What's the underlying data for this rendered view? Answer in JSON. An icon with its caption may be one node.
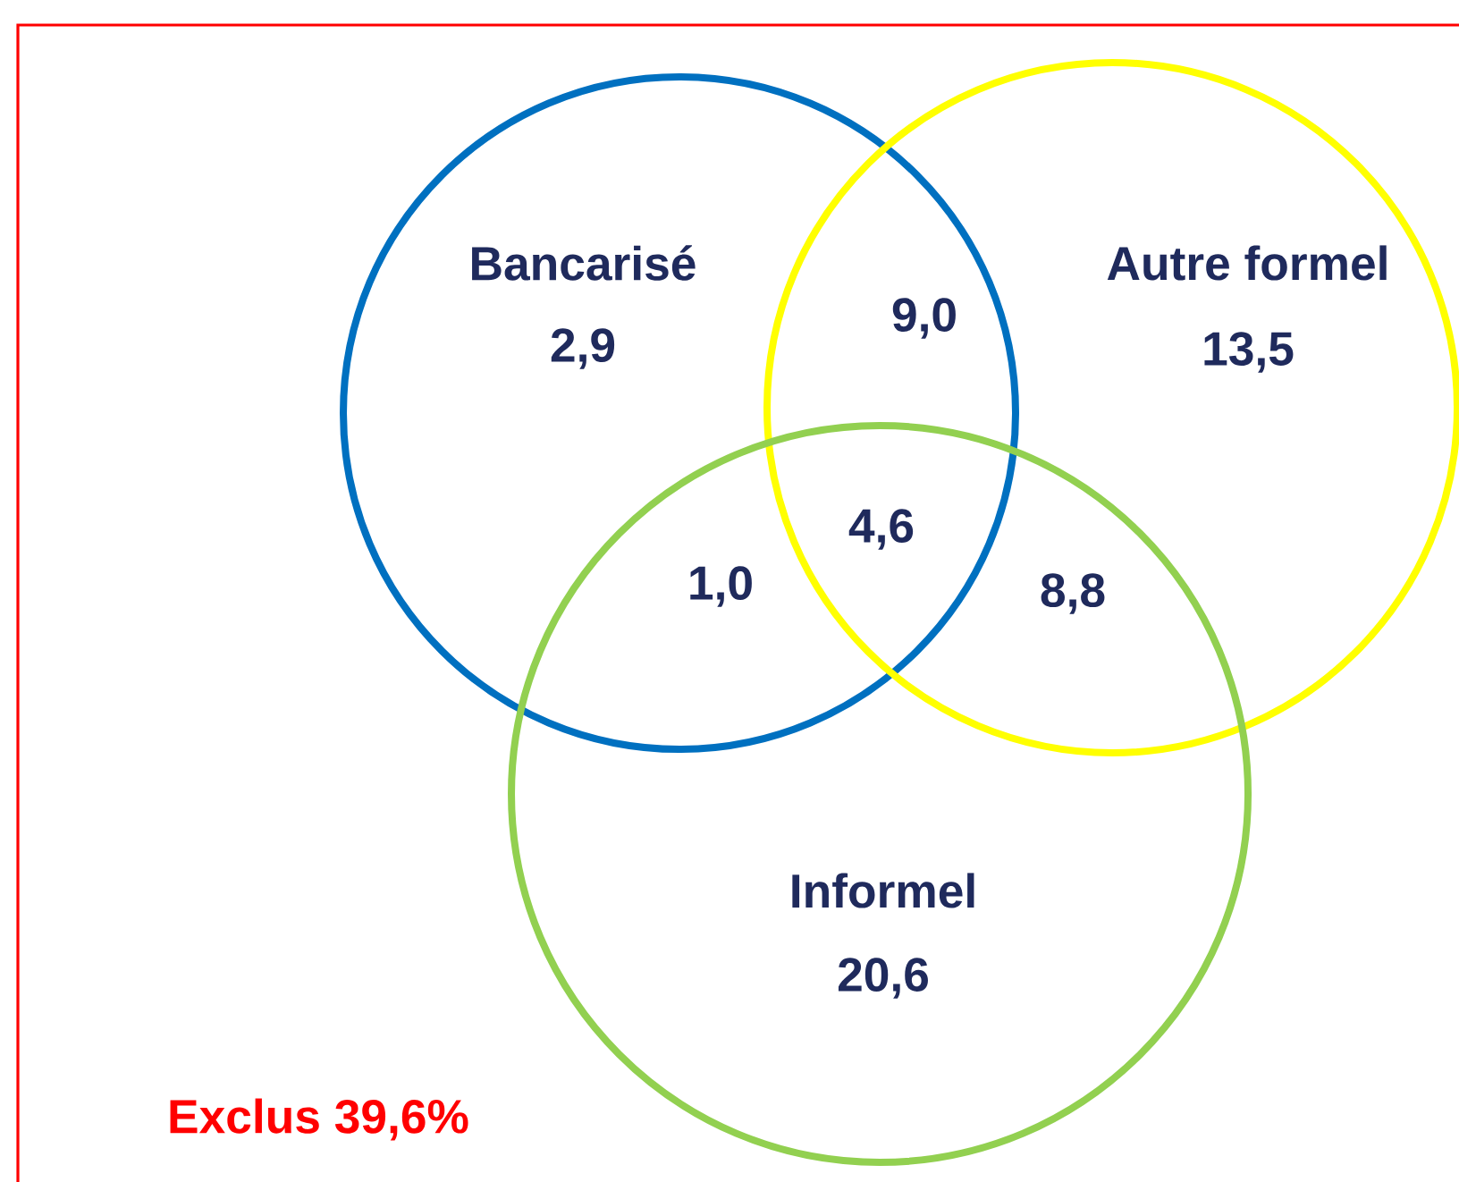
{
  "diagram": {
    "nodes": [
      {
        "text": [
          "Bancarisé",
          "2,9"
        ]
      },
      {
        "text": [
          "Autre formel",
          "13,5"
        ]
      },
      {
        "text": [
          "Informel",
          "20,6"
        ]
      }
    ],
    "labels": [
      "9,0",
      "4,6",
      "1,0",
      "8,8",
      "Exclus 39,6%"
    ]
  }
}
